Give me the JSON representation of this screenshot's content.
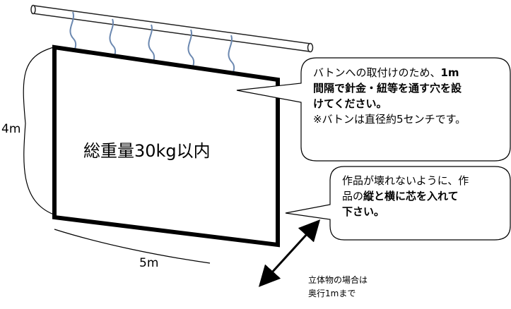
{
  "panel": {
    "weight_label": "総重量30kg以内",
    "height_label": "4m",
    "width_label": "5m"
  },
  "callout_top": {
    "line1_normal": "バトンへの取付けのため、",
    "line1_bold": "1m",
    "line2_bold": "間隔で針金・紐等を通す穴を設",
    "line3_bold": "けてください。",
    "line4_normal": "※バトンは直径約5センチです。"
  },
  "callout_bottom": {
    "line1_normal": "作品が壊れないように、作",
    "line2_normal": "品の",
    "line2_bold": "縦と横に芯を入れて",
    "line3_bold": "下さい。"
  },
  "depth_note": {
    "line1": "立体物の場合は",
    "line2": "奥行1mまで"
  }
}
